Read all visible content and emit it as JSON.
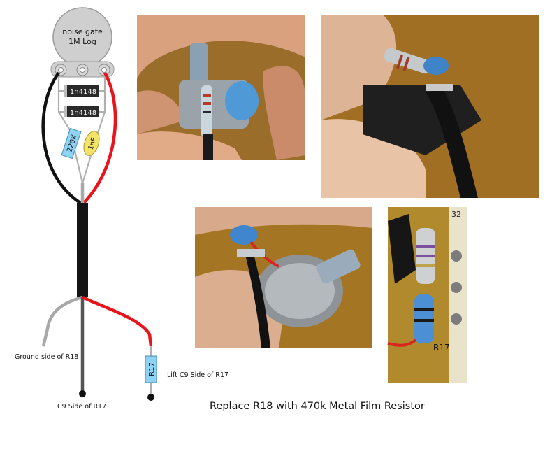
{
  "potentiometer": {
    "line1": "noise gate",
    "line2": "1M Log"
  },
  "components": {
    "diode_top": "1n4148",
    "diode_bottom": "1n4148",
    "resistor": "220K",
    "capacitor": "1nF",
    "resistor_r17": "R17"
  },
  "labels": {
    "ground_side": "Ground side of R18",
    "c9_side": "C9 Side of R17",
    "lift_c9": "Lift C9 Side of R17"
  },
  "photo_labels": {
    "board_number": "32",
    "board_ref": "R17"
  },
  "caption": "Replace R18 with 470k Metal Film Resistor",
  "colors": {
    "wire_black": "#111111",
    "wire_red": "#e8141c",
    "wire_grey": "#a8a8a8",
    "resistor_blue": "#8fd3f4",
    "capacitor_yellow": "#f4e36a",
    "diode_body": "#2a2a2a",
    "pot_body": "#cfcfcf"
  }
}
